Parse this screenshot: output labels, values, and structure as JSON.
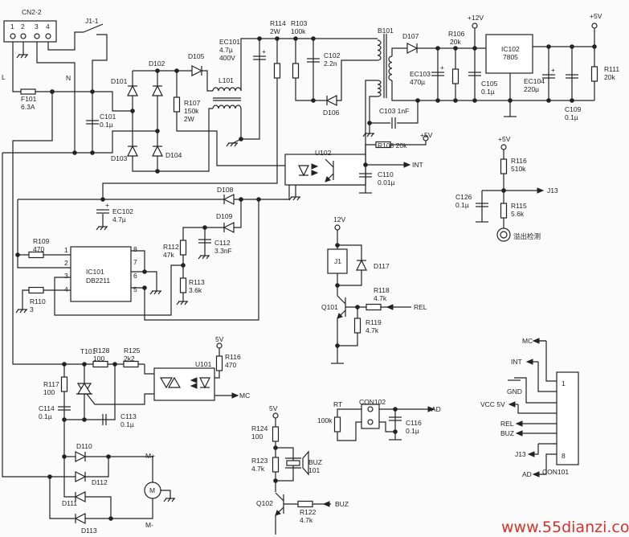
{
  "title": "Circuit schematic",
  "labels": {
    "cn2_2": "CN2-2",
    "pin1": "1",
    "pin2": "2",
    "pin3": "3",
    "pin4": "4",
    "j1_1": "J1-1",
    "L": "L",
    "N": "N",
    "f101": "F101",
    "f101_v": "6.3A",
    "c101": "C101",
    "c101_v": "0.1µ",
    "d101": "D101",
    "d102": "D102",
    "d103": "D103",
    "d104": "D104",
    "d105": "D105",
    "r107": "R107",
    "r107_v": "150k",
    "r107_w": "2W",
    "l101": "L101",
    "ec101": "EC101",
    "ec101_v": "4.7µ",
    "ec101_vv": "400V",
    "r114": "R114",
    "r114_v": "2W",
    "r103": "R103",
    "r103_v": "100k",
    "c102": "C102",
    "c102_v": "2.2n",
    "d106": "D106",
    "b101": "B101",
    "d107": "D107",
    "ec103": "EC103",
    "ec103_v": "470µ",
    "r106": "R106",
    "r106_v": "20k",
    "p12v": "+12V",
    "c105": "C105",
    "c105_v": "0.1µ",
    "ic102": "IC102",
    "ic102_v": "7805",
    "ec104": "EC104",
    "ec104_v": "220µ",
    "p5v_top": "+5V",
    "r111": "R111",
    "r111_v": "20k",
    "c109": "C109",
    "c109_v": "0.1µ",
    "c103": "C103  1nF",
    "u102": "U102",
    "r108": "R108  20k",
    "p5v_u102": "+5V",
    "int_out": "INT",
    "c110": "C110",
    "c110_v": "0.01µ",
    "p5v_r116": "+5V",
    "r116a": "R116",
    "r116a_v": "510k",
    "c126": "C126",
    "c126_v": "0.1µ",
    "j13_out": "J13",
    "r115": "R115",
    "r115_v": "5.6k",
    "overflow": "溢出检测",
    "ec102": "EC102",
    "ec102_v": "4.7µ",
    "d108": "D108",
    "d109": "D109",
    "c112": "C112",
    "c112_v": "3.3nF",
    "r112": "R112",
    "r112_v": "47k",
    "r113": "R113",
    "r113_v": "3.6k",
    "r109": "R109",
    "r109_v": "470",
    "ic101": "IC101",
    "ic101_v": "DB2211",
    "ip1": "1",
    "ip2": "2",
    "ip3": "3",
    "ip4": "4",
    "ip5": "5",
    "ip6": "6",
    "ip7": "7",
    "ip8": "8",
    "r110": "R110",
    "r110_v": "3",
    "v12": "12V",
    "j1": "J1",
    "d117": "D117",
    "r118": "R118",
    "r118_v": "4.7k",
    "rel_in": "REL",
    "q101": "Q101",
    "r119": "R119",
    "r119_v": "4.7k",
    "t101": "T101",
    "r128": "R128",
    "r128_v": "100",
    "r125": "R125",
    "r125_v": "2k2",
    "v5_u101": "5V",
    "r116b": "R116",
    "r116b_v": "470",
    "u101": "U101",
    "mc_out": "MC",
    "r117": "R117",
    "r117_v": "100",
    "c114": "C114",
    "c114_v": "0.1µ",
    "c113": "C113",
    "c113_v": "0.1µ",
    "d110": "D110",
    "d112": "D112",
    "d111": "D111",
    "d113": "D113",
    "m_plus": "M+",
    "m_minus": "M-",
    "motor": "M",
    "v5_buz": "5V",
    "r124": "R124",
    "r124_v": "100",
    "r123": "R123",
    "r123_v": "4.7k",
    "buz": "BUZ",
    "buz_v": "101",
    "q102": "Q102",
    "r122": "R122",
    "r122_v": "4.7k",
    "buz_in": "BUZ",
    "rt": "RT",
    "rt_v": "100k",
    "con102": "CON102",
    "ad_out": "AD",
    "c116": "C116",
    "c116_v": "0.1µ",
    "con_mc": "MC",
    "con_int": "INT",
    "con_gnd": "GND",
    "con_vcc": "VCC 5V",
    "con_rel": "REL",
    "con_buz": "BUZ",
    "con_j13": "J13",
    "con_ad": "AD",
    "con101": "CON101",
    "con_pin1": "1",
    "con_pin8": "8"
  },
  "watermark": "www.55dianzi.com"
}
